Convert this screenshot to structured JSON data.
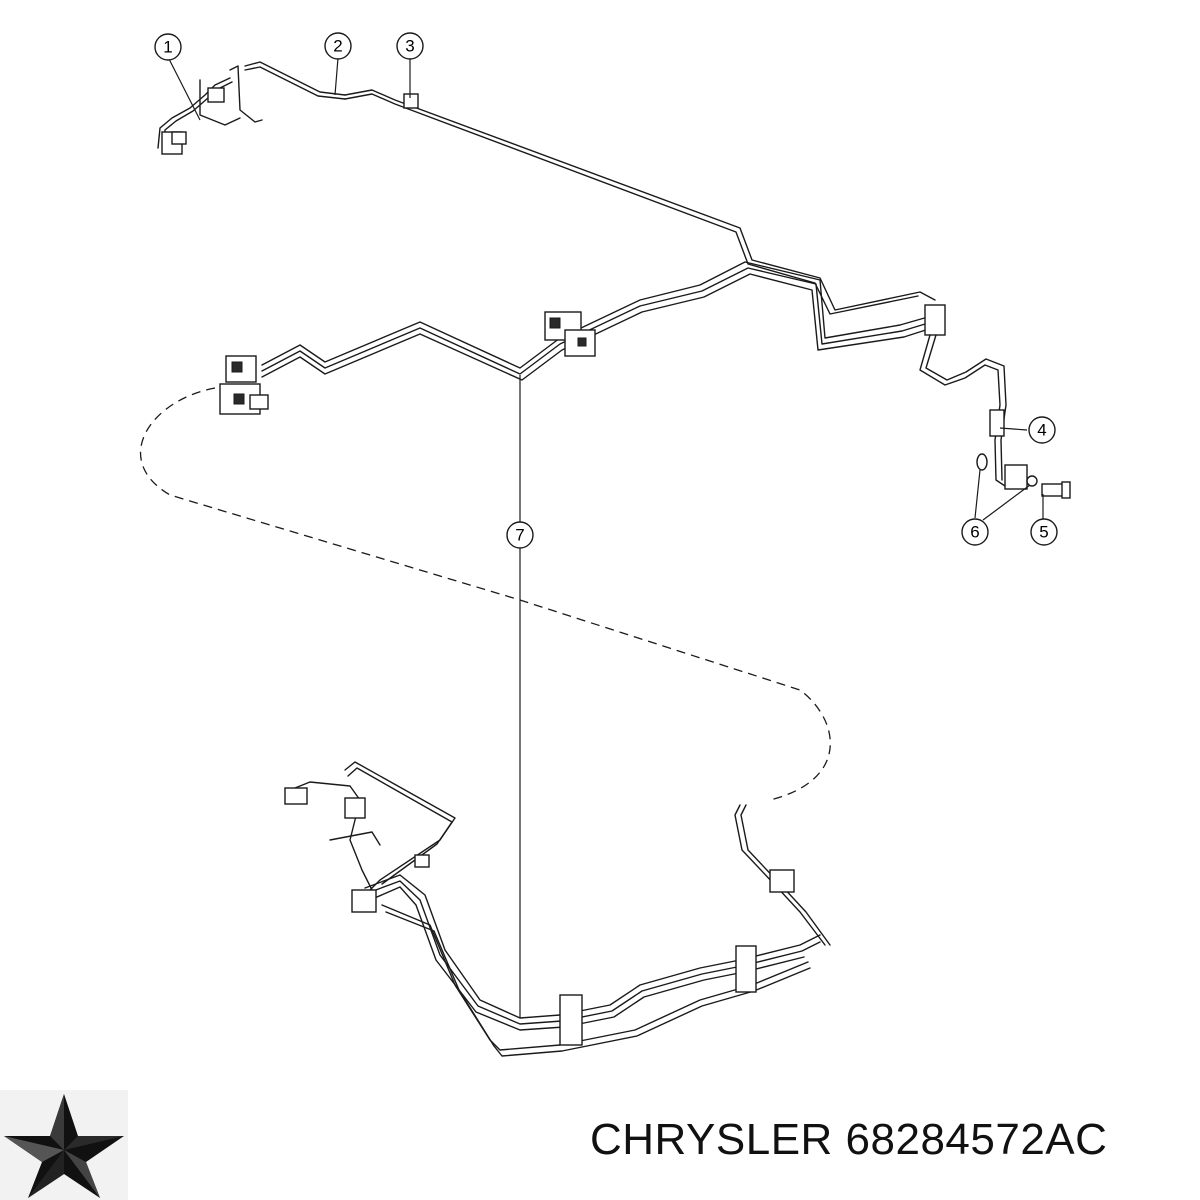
{
  "callouts": [
    {
      "id": "callout-1",
      "label": "1"
    },
    {
      "id": "callout-2",
      "label": "2"
    },
    {
      "id": "callout-3",
      "label": "3"
    },
    {
      "id": "callout-4",
      "label": "4"
    },
    {
      "id": "callout-5",
      "label": "5"
    },
    {
      "id": "callout-6",
      "label": "6"
    },
    {
      "id": "callout-7",
      "label": "7"
    }
  ],
  "caption": "CHRYSLER 68284572AC",
  "logo_icon": "chrysler-pentastar-icon",
  "colors": {
    "line": "#1a1a1a",
    "background": "#ffffff"
  }
}
